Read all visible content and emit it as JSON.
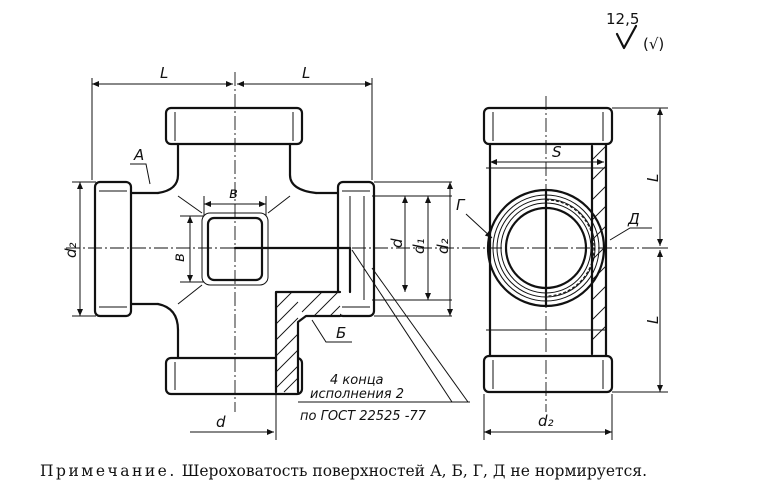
{
  "roughness": {
    "value": "12,5",
    "symbol": "√",
    "bracket": "(√)"
  },
  "front_view": {
    "dim_L_left": "L",
    "dim_L_right": "L",
    "label_A": "А",
    "label_B_top": "в",
    "label_B_side": "в",
    "label_d2_left": "d₂",
    "label_d": "d",
    "label_d1": "d₁",
    "label_d2_right": "d₂",
    "label_G": "Г",
    "label_Bsect": "Б",
    "label_d_bottom": "d"
  },
  "callout": {
    "line1": "4 конца",
    "line2": "исполнения 2",
    "line3": "по ГОСТ 22525 -77"
  },
  "side_view": {
    "label_S": "S",
    "label_D": "Д",
    "label_L_top": "L",
    "label_L_bottom": "L",
    "label_d2": "d₂"
  },
  "note": {
    "heading": "Примечание.",
    "text": "Шероховатость поверхностей А, Б, Г, Д не нормируется."
  }
}
